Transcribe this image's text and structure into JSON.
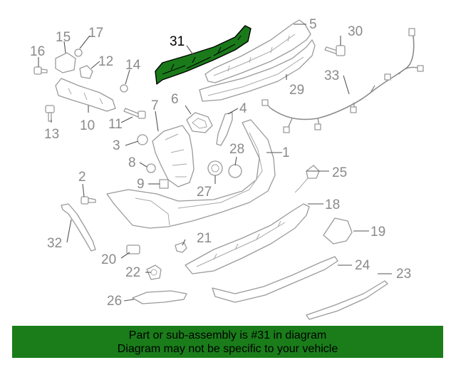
{
  "diagram": {
    "highlighted_part": "31",
    "callouts": [
      "1",
      "2",
      "3",
      "4",
      "5",
      "6",
      "7",
      "8",
      "9",
      "10",
      "11",
      "12",
      "13",
      "14",
      "15",
      "16",
      "17",
      "18",
      "19",
      "20",
      "21",
      "22",
      "23",
      "24",
      "25",
      "26",
      "27",
      "28",
      "29",
      "30",
      "31",
      "32",
      "33"
    ],
    "colors": {
      "highlight": "#1a7a1a",
      "banner": "#1a7d1a",
      "line_art": "#9a9a9a"
    }
  },
  "banner": {
    "line1": "Part or sub-assembly is #31 in diagram",
    "line2": "Diagram may not be specific to your vehicle"
  }
}
